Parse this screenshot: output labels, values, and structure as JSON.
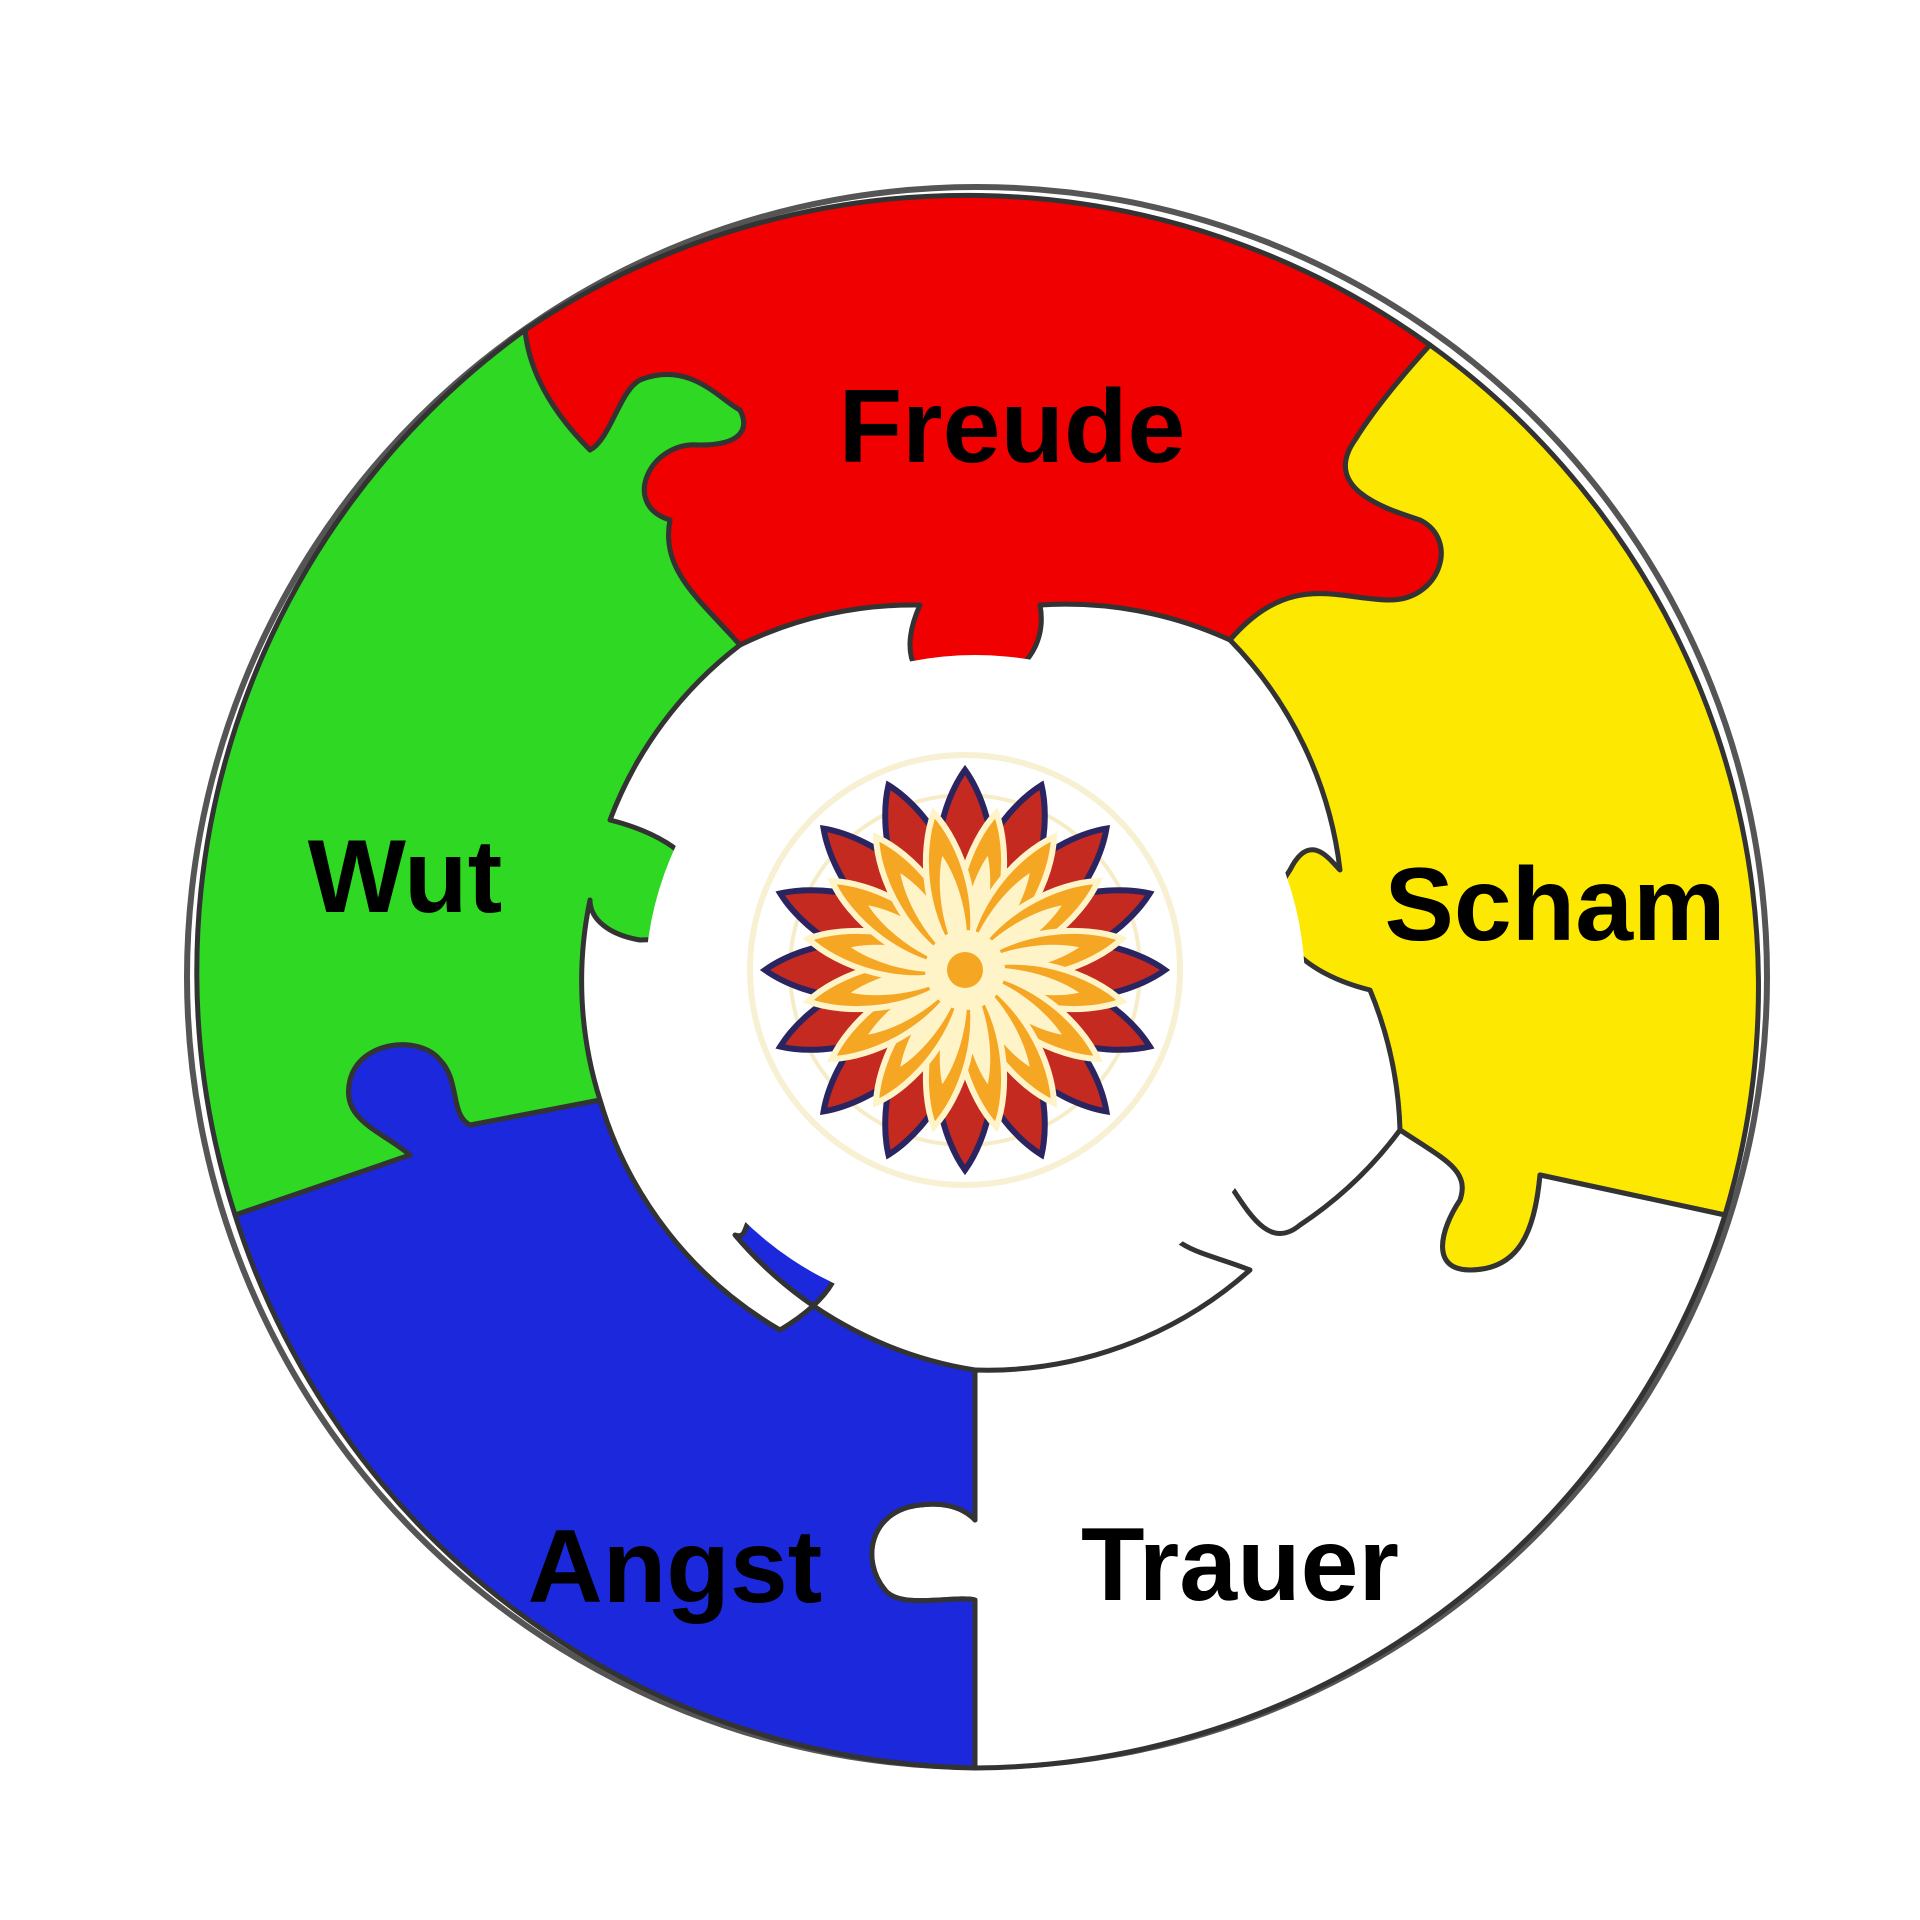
{
  "segments": [
    {
      "id": "freude",
      "label": "Freude",
      "color": "#f00000"
    },
    {
      "id": "scham",
      "label": "Scham",
      "color": "#fce800"
    },
    {
      "id": "trauer",
      "label": "Trauer",
      "color": "#ffffff"
    },
    {
      "id": "angst",
      "label": "Angst",
      "color": "#1c28dc"
    },
    {
      "id": "wut",
      "label": "Wut",
      "color": "#2ed823"
    }
  ],
  "center_icon": {
    "name": "mandala-flower-icon",
    "colors": [
      "#2a2560",
      "#c42a20",
      "#f5a623",
      "#fff3c8"
    ]
  },
  "outline_color": "#444444"
}
